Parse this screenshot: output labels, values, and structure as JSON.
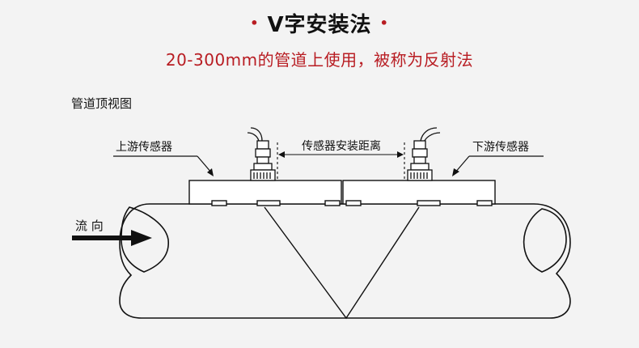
{
  "header": {
    "title": "V字安装法",
    "bullet": "•"
  },
  "subtitle": "20-300mm的管道上使用，被称为反射法",
  "view_label": "管道顶视图",
  "diagram": {
    "upstream_label": "上游传感器",
    "downstream_label": "下游传感器",
    "distance_label": "传感器安装距离",
    "flow_label": "流 向"
  },
  "colors": {
    "accent": "#b81c22",
    "line": "#111111",
    "background": "#f3f3f3"
  }
}
